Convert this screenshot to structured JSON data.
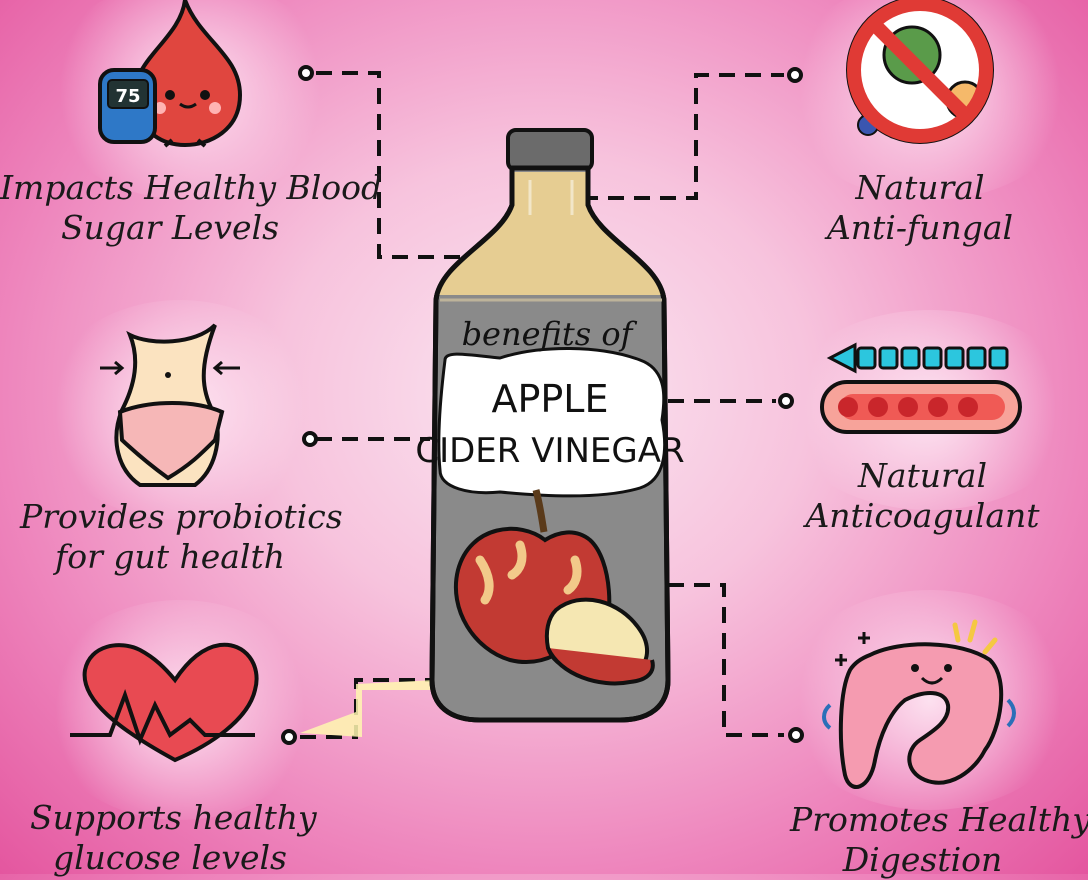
{
  "bottle": {
    "line1": "benefits of",
    "line2": "APPLE",
    "line3": "CIDER VINEGAR"
  },
  "benefits": [
    {
      "line1": "Impacts Healthy Blood",
      "line2": "Sugar Levels",
      "icon": "blood-drop-glucometer-icon",
      "glucometer_reading": "75"
    },
    {
      "line1": "Provides probiotics",
      "line2": "for gut health",
      "icon": "waist-icon"
    },
    {
      "line1": "Supports healthy",
      "line2": "glucose levels",
      "icon": "heart-pulse-icon"
    },
    {
      "line1": "Natural",
      "line2": "Anti-fungal",
      "icon": "no-virus-icon"
    },
    {
      "line1": "Natural",
      "line2": "Anticoagulant",
      "icon": "blood-vessel-icon"
    },
    {
      "line1": "Promotes Healthy",
      "line2": "Digestion",
      "icon": "intestine-icon"
    }
  ]
}
